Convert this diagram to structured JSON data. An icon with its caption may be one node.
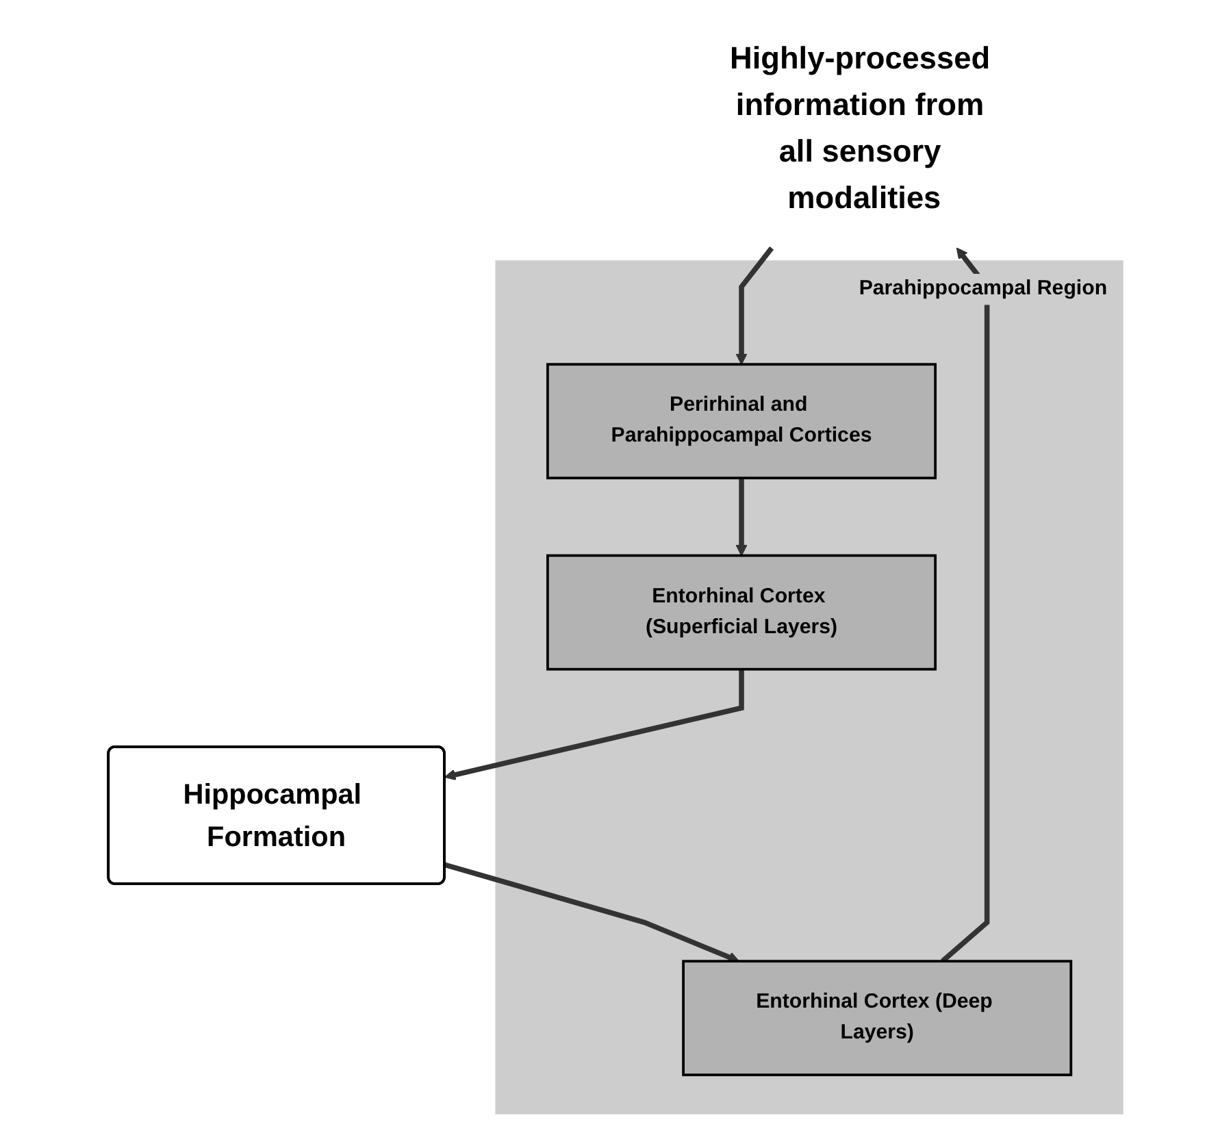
{
  "diagram": {
    "nodes": [
      {
        "text": [
          "Highly-processed information from all sensory modalities"
        ]
      },
      {
        "text": [
          "Parahippocampal Region"
        ]
      },
      {
        "text": [
          "Perirhinal and Parahippocampal Cortices"
        ],
        "in": 1
      },
      {
        "text": [
          "Entorhinal Cortex (Superficial Layers)"
        ],
        "in": 1
      },
      {
        "text": [
          "Entorhinal Cortex (Deep Layers)"
        ],
        "in": 1
      },
      {
        "text": [
          "Hippocampal Formation"
        ]
      }
    ],
    "edges": [
      {
        "from": 0,
        "to": 2,
        "arrow": "to"
      },
      {
        "from": 2,
        "to": 3,
        "arrow": "to"
      },
      {
        "from": 3,
        "to": 5,
        "arrow": "to"
      },
      {
        "from": 5,
        "to": 4,
        "arrow": "to"
      },
      {
        "from": 4,
        "to": 0,
        "arrow": "to"
      }
    ]
  }
}
